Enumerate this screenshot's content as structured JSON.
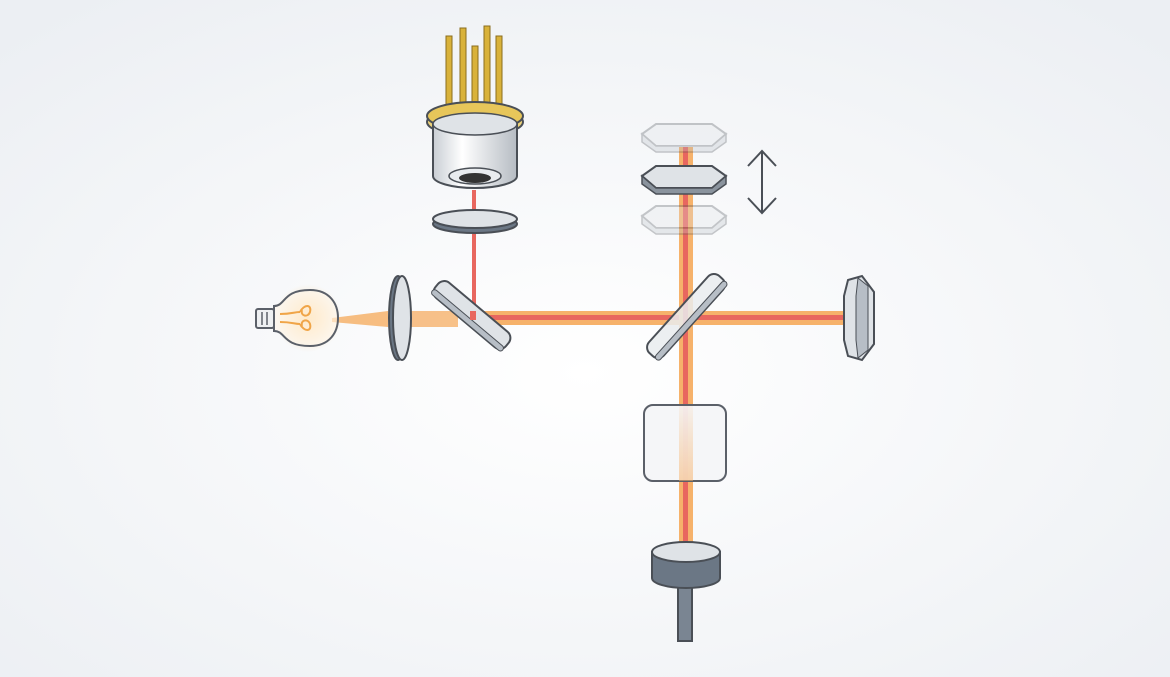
{
  "diagram": {
    "kind": "optical-interferometer-schematic",
    "components": [
      {
        "id": "laser-diode",
        "icon": "laser-diode-icon"
      },
      {
        "id": "collimating-lens",
        "icon": "lens-icon"
      },
      {
        "id": "lamp",
        "icon": "light-bulb-icon"
      },
      {
        "id": "condenser-lens",
        "icon": "lens-icon"
      },
      {
        "id": "dichroic-mirror",
        "icon": "mirror-icon"
      },
      {
        "id": "beam-splitter",
        "icon": "beam-splitter-icon"
      },
      {
        "id": "fixed-mirror",
        "icon": "mirror-icon"
      },
      {
        "id": "movable-mirror",
        "icon": "mirror-icon"
      },
      {
        "id": "movement-arrow",
        "icon": "double-arrow-icon"
      },
      {
        "id": "sample-cell",
        "icon": "cuvette-icon"
      },
      {
        "id": "detector",
        "icon": "detector-icon"
      }
    ],
    "colors": {
      "background": "#f3f5f8",
      "laser_beam": "#e8675f",
      "white_light_beam": "#f6b26b",
      "metal_dark": "#5f6b78",
      "metal_light": "#d9dde2",
      "pin_gold": "#d9b23a",
      "outline": "#4a4f56"
    }
  }
}
